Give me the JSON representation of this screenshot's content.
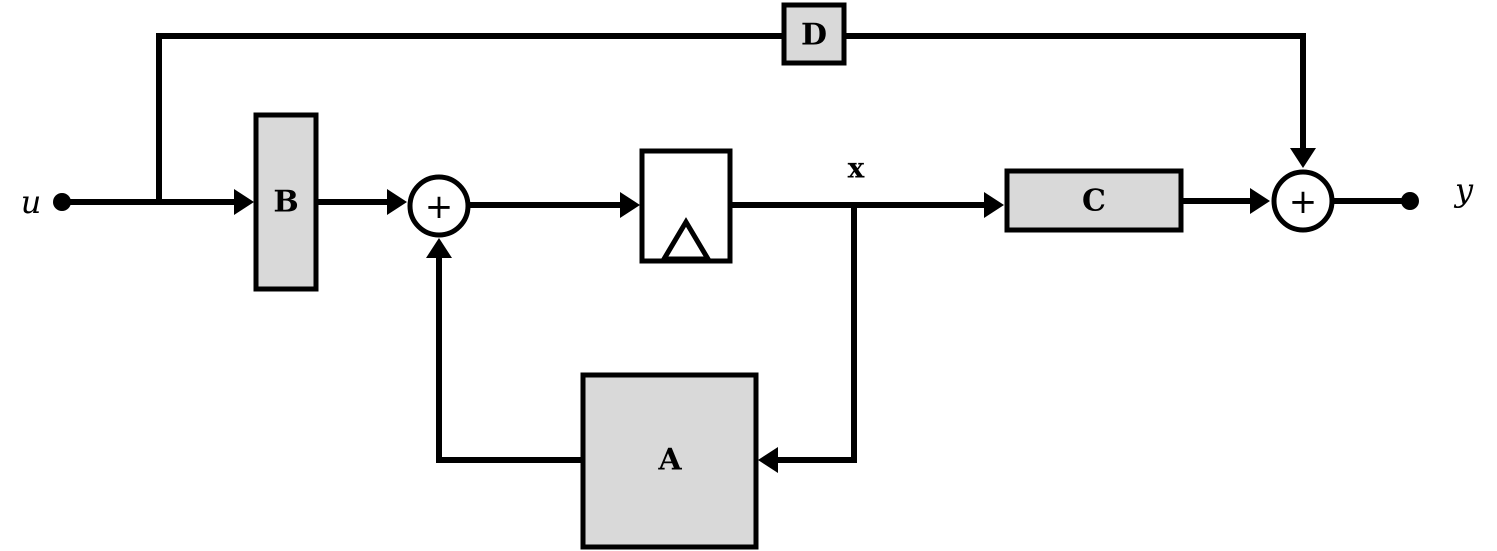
{
  "diagram": {
    "input_signal": "u",
    "output_signal": "y",
    "state_signal": "x",
    "blocks": {
      "A": "A",
      "B": "B",
      "C": "C",
      "D": "D"
    },
    "sum_sign": "+",
    "colors": {
      "block_fill": "#d9d9d9",
      "line": "#000000",
      "background": "#ffffff"
    }
  }
}
